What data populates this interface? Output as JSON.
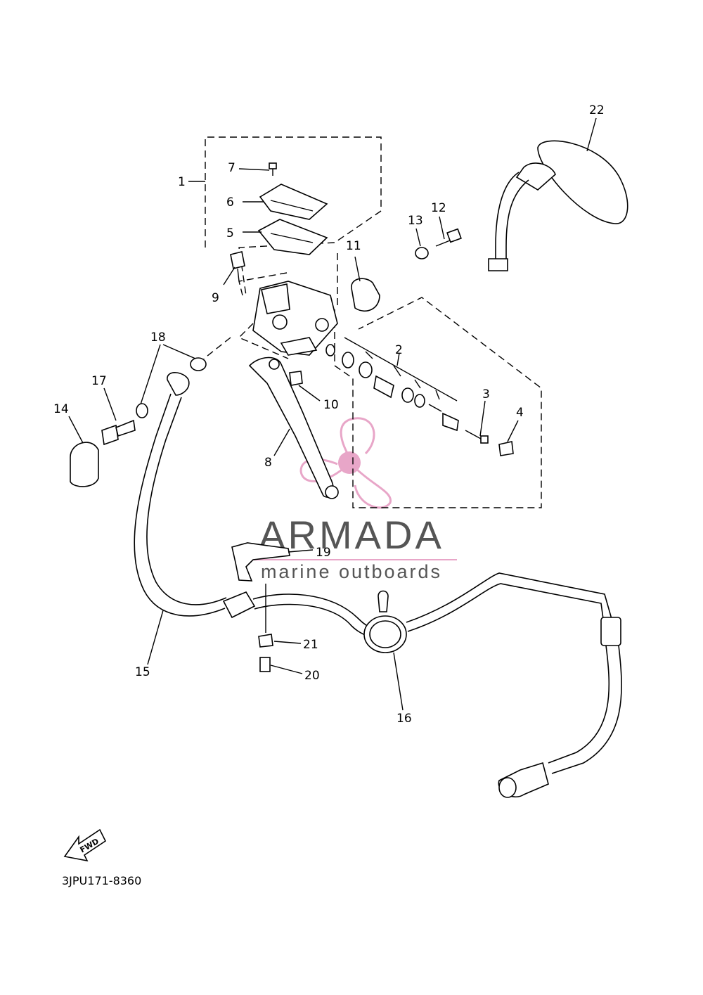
{
  "callouts": {
    "c1": "1",
    "c2": "2",
    "c3": "3",
    "c4": "4",
    "c5": "5",
    "c6": "6",
    "c7": "7",
    "c8": "8",
    "c9": "9",
    "c10": "10",
    "c11": "11",
    "c12": "12",
    "c13": "13",
    "c14": "14",
    "c15": "15",
    "c16": "16",
    "c17": "17",
    "c18": "18",
    "c19": "19",
    "c20": "20",
    "c21": "21",
    "c22": "22"
  },
  "watermark": {
    "title": "ARMADA",
    "subtitle": "marine outboards",
    "color": "#e8a6c8"
  },
  "fwd_label": "FWD",
  "diagram_code": "3JPU171-8360"
}
